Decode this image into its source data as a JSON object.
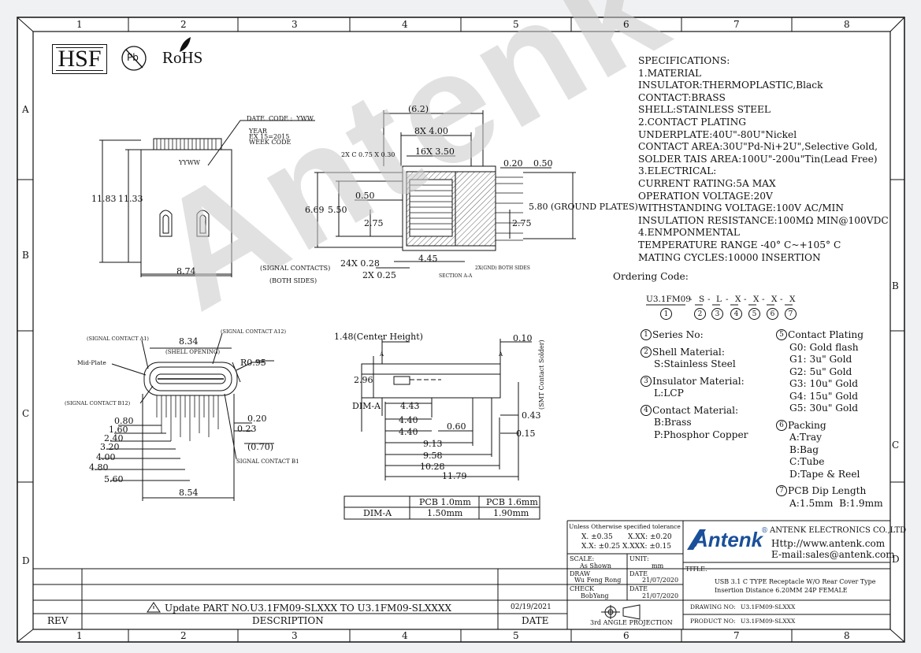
{
  "grid": {
    "cols": [
      "1",
      "2",
      "3",
      "4",
      "5",
      "6",
      "7",
      "8"
    ],
    "rows": [
      "A",
      "B",
      "C",
      "D"
    ]
  },
  "marks": {
    "hsf": "HSF",
    "pb": "Pb",
    "rohs": "RoHS",
    "watermark": "Antenk"
  },
  "specs": [
    "SPECIFICATIONS:",
    "1.MATERIAL",
    "INSULATOR:THERMOPLASTIC,Black",
    "CONTACT:BRASS",
    "SHELL:STAINLESS STEEL",
    "2.CONTACT PLATING",
    "UNDERPLATE:40U\"-80U\"Nickel",
    "CONTACT AREA:30U\"Pd-Ni+2U\",Selective Gold,",
    "SOLDER TAIS AREA:100U\"-200u\"Tin(Lead Free)",
    "3.ELECTRICAL:",
    "CURRENT RATING:5A MAX",
    "OPERATION VOLTAGE:20V",
    "WITHSTANDING VOLTAGE:100V AC/MIN",
    "INSULATION RESISTANCE:100MΩ MIN@100VDC",
    "4.ENMPONMENTAL",
    "TEMPERATURE RANGE -40° C~+105° C",
    "MATING CYCLES:10000 INSERTION"
  ],
  "ordering": {
    "title": "Ordering Code:",
    "code": [
      "U3.1FM09",
      "-",
      "S",
      "-",
      "L",
      "-",
      "X",
      "-",
      "X",
      "-",
      "X",
      "-",
      "X"
    ],
    "circles": [
      "1",
      "2",
      "3",
      "4",
      "5",
      "6",
      "7"
    ],
    "left": [
      {
        "num": "1",
        "head": "Series No:",
        "items": []
      },
      {
        "num": "2",
        "head": "Shell Material:",
        "items": [
          "S:Stainless Steel"
        ]
      },
      {
        "num": "3",
        "head": "Insulator Material:",
        "items": [
          "L:LCP"
        ]
      },
      {
        "num": "4",
        "head": "Contact Material:",
        "items": [
          "B:Brass",
          "P:Phosphor Copper"
        ]
      }
    ],
    "right": [
      {
        "num": "5",
        "head": "Contact Plating",
        "items": [
          "G0: Gold flash",
          "G1: 3u\" Gold",
          "G2: 5u\" Gold",
          "G3: 10u\" Gold",
          "G4: 15u\" Gold",
          "G5: 30u\" Gold"
        ]
      },
      {
        "num": "6",
        "head": "Packing",
        "items": [
          "A:Tray",
          "B:Bag",
          "C:Tube",
          "D:Tape & Reel"
        ]
      },
      {
        "num": "7",
        "head": "PCB Dip Length",
        "items": [
          "A:1.5mm  B:1.9mm"
        ]
      }
    ]
  },
  "drawing": {
    "date_code": "DATE  CODE :  YWW",
    "year": "YEAR",
    "ex": "EX 15=2015",
    "week": "WEEK CODE",
    "yyww": "YYWW",
    "d_11_83": "11.83",
    "d_11_33": "11.33",
    "d_8_74": "8.74",
    "d_6_2": "(6.2)",
    "d_8x4": "8X 4.00",
    "d_16x": "16X 3.50",
    "d_2xc": "2X C 0.75 X 0.30",
    "d_0_20": "0.20",
    "d_0_50a": "0.50",
    "d_6_69": "6.69",
    "d_5_50": "5.50",
    "d_0_50": "0.50",
    "d_2_75a": "2.75",
    "d_5_80": "5.80 (GROUND PLATES)",
    "d_2_75b": "2.75",
    "d_24x": "24X 0.28",
    "d_4_45": "4.45",
    "d_2x025": "2X 0.25",
    "signal_contacts": "(SIGNAL CONTACTS)",
    "both_sides": "(BOTH SIDES)",
    "section": "SECTION A-A",
    "gnd": "2X(GND) BOTH SIDES",
    "sig_a1": "(SIGNAL CONTACT A1)",
    "sig_a12": "(SIGNAL CONTACT A12)",
    "d_8_34": "8.34",
    "shell_open": "(SHELL OPENING)",
    "midplate": "Mid-Plate",
    "r095": "R0.95",
    "sig_b12": "(SIGNAL CONTACT B12)",
    "d_0_80": "0.80",
    "d_1_60": "1.60",
    "d_2_40": "2.40",
    "d_3_20": "3.20",
    "d_4_00": "4.00",
    "d_4_80": "4.80",
    "d_5_60": "5.60",
    "d_8_54": "8.54",
    "d_0_20b": "0.20",
    "d_0_23": "0.23",
    "d_0_70": "(0.70)",
    "sig_b1": "SIGNAL CONTACT B1",
    "center_h": "1.48(Center Height)",
    "d_0_10": "0.10",
    "smt": "(SMT Contact Solder)",
    "aa": "A",
    "ab": "A",
    "d_2_96": "2.96",
    "dim_a": "DIM-A",
    "d_4_43": "4.43",
    "d_4_40a": "4.40",
    "d_4_40b": "4.40",
    "d_0_60": "0.60",
    "d_0_43": "0.43",
    "d_0_15": "0.15",
    "d_9_13": "9.13",
    "d_9_58": "9.58",
    "d_10_28": "10.28",
    "d_11_79": "11.79"
  },
  "dim_table": {
    "headers": [
      "",
      "PCB 1.0mm",
      "PCB 1.6mm"
    ],
    "row": [
      "DIM-A",
      "1.50mm",
      "1.90mm"
    ]
  },
  "tolerance": {
    "title": "Unless Otherwise specified tolerance",
    "l1a": "X. ±0.35",
    "l1b": "X.XX: ±0.20",
    "l2a": "X.X: ±0.25",
    "l2b": "X.XXX: ±0.15"
  },
  "company": {
    "logo": "Antenk",
    "reg": "®",
    "name": "ANTENK ELECTRONICS CO.,LTD",
    "web": "Http://www.antenk.com",
    "email": "E-mail:sales@antenk.com"
  },
  "titleblock": {
    "scale_l": "SCALE:",
    "scale_v": "As Shown",
    "unit_l": "UNIT:",
    "unit_v": "mm",
    "draw_l": "DRAW",
    "draw_v": "Wu Feng Rong",
    "date_l": "DATE",
    "date_v": "21/07/2020",
    "check_l": "CHECK",
    "check_v": "BobYang",
    "date2_l": "DATE",
    "date2_v": "21/07/2020",
    "title_l": "TITLE:",
    "title_1": "USB 3.1 C TYPE Receptacle W/O Rear Cover Type",
    "title_2": "Insertion Distance 6.20MM 24P FEMALE",
    "drawing_l": "DRAWING NO:",
    "drawing_v": "U3.1FM09-SLXXX",
    "product_l": "PRODUCT NO:",
    "product_v": "U3.1FM09-SLXXX",
    "proj": "3rd ANGLE PROJECTION"
  },
  "revision": {
    "update": "Update PART NO.U3.1FM09-SLXXX TO U3.1FM09-SLXXXX",
    "update_date": "02/19/2021",
    "rev": "REV",
    "desc": "DESCRIPTION",
    "date": "DATE"
  }
}
